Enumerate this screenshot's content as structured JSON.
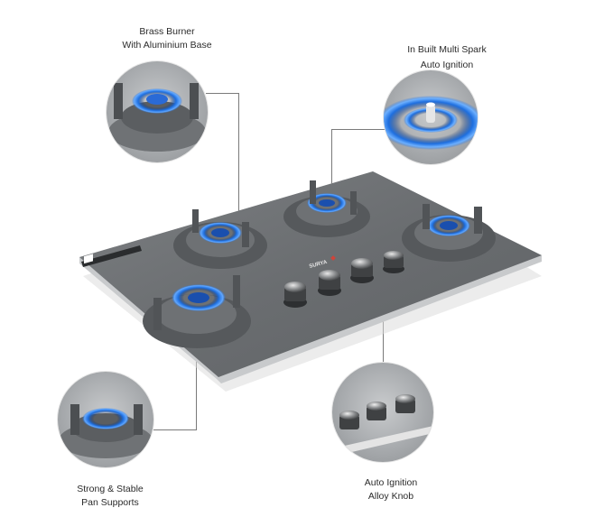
{
  "product": {
    "type": "glass top gas hob",
    "burners": 4,
    "knobs": 4,
    "brand_mark": "SURYA"
  },
  "callouts": [
    {
      "id": "brass-burner",
      "lines": [
        "Brass Burner",
        "With Aluminium Base"
      ]
    },
    {
      "id": "multi-spark",
      "lines": [
        "In Built Multi Spark",
        "Auto Ignition"
      ]
    },
    {
      "id": "pan-supports",
      "lines": [
        "Strong & Stable",
        "Pan Supports"
      ]
    },
    {
      "id": "alloy-knob",
      "lines": [
        "Auto Ignition",
        "Alloy Knob"
      ]
    }
  ],
  "colors": {
    "glass_top": "#6e7173",
    "flame": "#1e6fe0",
    "background": "#ffffff",
    "connector": "#7a7a7a"
  }
}
